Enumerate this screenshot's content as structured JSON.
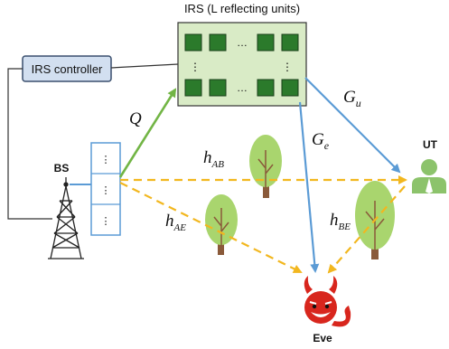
{
  "irs": {
    "title": "IRS (L reflecting units)",
    "dots_h": "…",
    "dots_v": "⋮"
  },
  "controller": {
    "label": "IRS controller"
  },
  "nodes": {
    "bs": "BS",
    "ut": "UT",
    "eve": "Eve"
  },
  "channels": {
    "Q": "Q",
    "G": "G",
    "Gu_sub": "u",
    "Ge_sub": "e",
    "h": "h",
    "hAB_sub": "AB",
    "hAE_sub": "AE",
    "hBE_sub": "BE"
  },
  "colors": {
    "irs_fill": "#d9ebc6",
    "irs_unit": "#2b7a2b",
    "controller_fill": "#d2dff0",
    "controller_stroke": "#3a4f6e",
    "arrow_green": "#72b545",
    "arrow_blue": "#5b9bd5",
    "arrow_yellow": "#f2b71f",
    "tree_foliage": "#a9d56e",
    "tree_trunk": "#8a5a3a",
    "ut_green": "#8cc36b",
    "eve_red": "#d8261d"
  }
}
